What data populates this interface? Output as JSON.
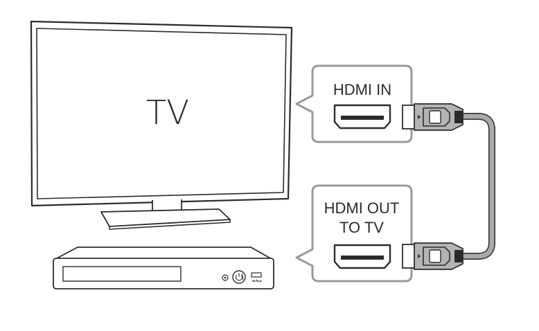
{
  "tv": {
    "label": "TV"
  },
  "ports": {
    "tv_port": {
      "lines": [
        "HDMI IN"
      ]
    },
    "player_port": {
      "lines": [
        "HDMI OUT",
        "TO TV"
      ]
    }
  },
  "icons": {
    "player_standby": "power-icon",
    "player_usb": "usb-icon",
    "player_indicator": "indicator-icon"
  },
  "colors": {
    "outline": "#2b2b2b",
    "callout_border": "#9a9a9a",
    "cable": "#a9a9a9",
    "plug_tip": "#2b2b2b"
  }
}
